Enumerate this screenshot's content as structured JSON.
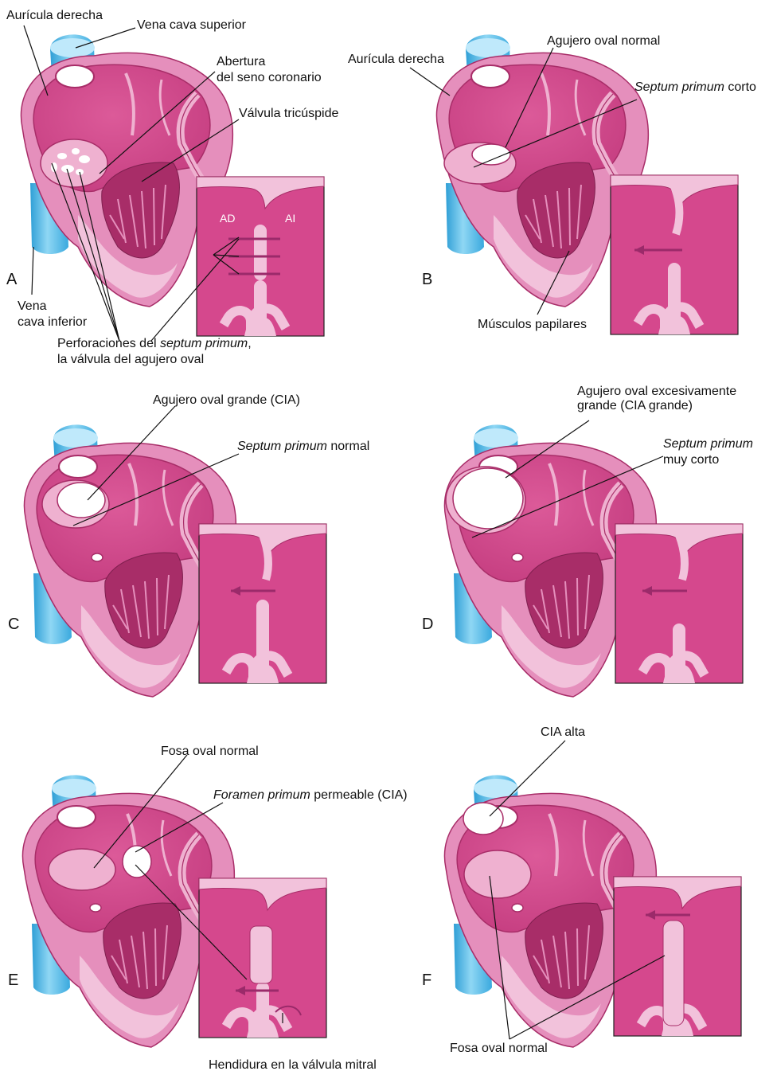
{
  "colors": {
    "atrium": "#d5488d",
    "atrium_dark": "#a82d68",
    "rim": "#e58fbc",
    "pale": "#efb1d0",
    "septum": "#f2c2db",
    "vein": "#4ab8e6",
    "vein_light": "#8fd7f4",
    "arrow": "#9b2a6a",
    "line": "#111111"
  },
  "panels": {
    "A": {
      "letter": "A",
      "right_atrium": "Aurícula derecha",
      "svc": "Vena cava superior",
      "coronary_1": "Abertura",
      "coronary_2": "del seno coronario",
      "tricuspid": "Válvula tricúspide",
      "ivc_1": "Vena",
      "ivc_2": "cava inferior",
      "perf_1a": "Perforaciones del ",
      "perf_1b": "septum primum",
      "perf_1c": ",",
      "perf_2": "la válvula del agujero oval",
      "ra_short": "AD",
      "la_short": "AI"
    },
    "B": {
      "letter": "B",
      "right_atrium": "Aurícula derecha",
      "foramen": "Agujero oval normal",
      "septum_a": "Septum primum",
      "septum_b": " corto",
      "papillary": "Músculos papilares"
    },
    "C": {
      "letter": "C",
      "foramen": "Agujero oval grande (CIA)",
      "septum_a": "Septum primum",
      "septum_b": " normal"
    },
    "D": {
      "letter": "D",
      "foramen_1": "Agujero oval excesivamente",
      "foramen_2": "grande (CIA grande)",
      "septum_a": "Septum primum",
      "septum_b": "muy corto"
    },
    "E": {
      "letter": "E",
      "fossa": "Fosa oval normal",
      "primum_a": "Foramen primum",
      "primum_b": " permeable (CIA)",
      "mitral": "Hendidura en la válvula mitral"
    },
    "F": {
      "letter": "F",
      "high": "CIA alta",
      "fossa": "Fosa oval normal"
    }
  }
}
